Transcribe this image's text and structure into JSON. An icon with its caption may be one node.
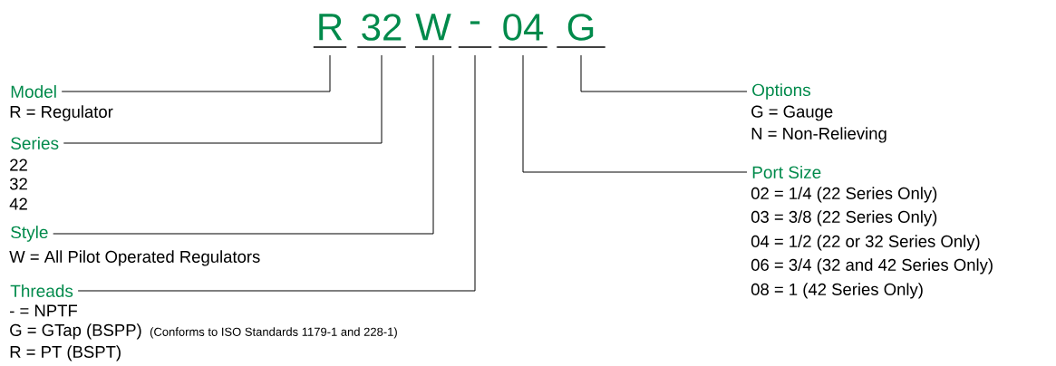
{
  "diagram": {
    "nodes": [
      {
        "text": [
          "R"
        ]
      },
      {
        "text": [
          "32"
        ]
      },
      {
        "text": [
          "W"
        ]
      },
      {
        "text": [
          "-"
        ]
      },
      {
        "text": [
          "04"
        ]
      },
      {
        "text": [
          "G"
        ]
      },
      {
        "text": [
          "Model"
        ],
        "beside": [
          "R = Regulator"
        ]
      },
      {
        "text": [
          "Series"
        ],
        "beside": [
          "22",
          "32",
          "42"
        ]
      },
      {
        "text": [
          "Style"
        ],
        "beside": [
          "W = All Pilot Operated Regulators"
        ]
      },
      {
        "text": [
          "Threads"
        ],
        "beside": [
          "- = NPTF",
          "G = GTap (BSPP)",
          "(Conforms to ISO Standards 1179-1 and 228-1)",
          "R = PT (BSPT)"
        ]
      },
      {
        "text": [
          "Options"
        ],
        "beside": [
          "G = Gauge",
          "N = Non-Relieving"
        ]
      },
      {
        "text": [
          "Port Size"
        ],
        "beside": [
          "02 = 1/4 (22 Series Only)",
          "03 = 3/8 (22 Series Only)",
          "04 = 1/2 (22 or 32 Series Only)",
          "06 = 3/4 (32 and 42 Series Only)",
          "08 = 1 (42 Series Only)"
        ]
      }
    ],
    "edges": [
      {
        "from": 6,
        "to": 0,
        "arrow": "none"
      },
      {
        "from": 7,
        "to": 1,
        "arrow": "none"
      },
      {
        "from": 8,
        "to": 2,
        "arrow": "none"
      },
      {
        "from": 9,
        "to": 3,
        "arrow": "none"
      },
      {
        "from": 10,
        "to": 5,
        "arrow": "none"
      },
      {
        "from": 11,
        "to": 4,
        "arrow": "none"
      }
    ]
  }
}
